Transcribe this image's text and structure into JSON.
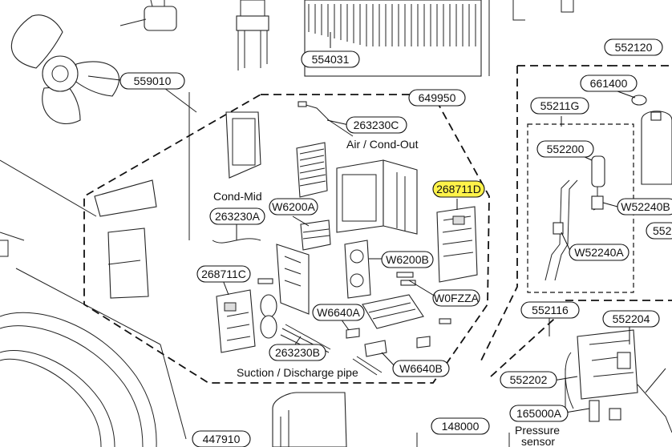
{
  "labels": {
    "l559010": "559010",
    "l554031": "554031",
    "l649950": "649950",
    "l263230C": "263230C",
    "l268711D": "268711D",
    "l263230A": "263230A",
    "lW6200A": "W6200A",
    "lW6200B": "W6200B",
    "lW0FZZA": "W0FZZA",
    "l268711C": "268711C",
    "lW6640A": "W6640A",
    "l263230B": "263230B",
    "lW6640B": "W6640B",
    "l447910": "447910",
    "l148000": "148000",
    "l552120": "552120",
    "l661400": "661400",
    "l55211G": "55211G",
    "l552200": "552200",
    "lW52240B": "W52240B",
    "l552partial": "552",
    "lW52240A": "W52240A",
    "l552116": "552116",
    "l552204": "552204",
    "l552202": "552202",
    "l165000A": "165000A"
  },
  "captions": {
    "air_cond_out": "Air / Cond-Out",
    "cond_mid": "Cond-Mid",
    "suction_discharge": "Suction / Discharge pipe",
    "pressure": "Pressure",
    "sensor": "sensor"
  },
  "colors": {
    "highlight": "#fff34a",
    "line": "#111111"
  }
}
